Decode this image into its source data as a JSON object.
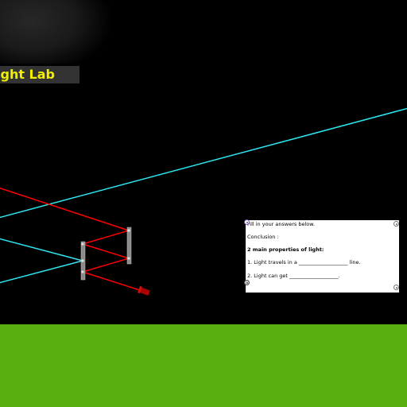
{
  "title": "ght Lab",
  "colors": {
    "background": "#000000",
    "title_text": "#f0f000",
    "title_banner": "#333333",
    "cyan_ray": "#2de6f0",
    "red_ray": "#ff0000",
    "mirror": "#8a8a8a",
    "torch": "#aa0000",
    "ground": "#57ae0e",
    "worksheet_bg": "#ffffff"
  },
  "objects": {
    "mirror_left": "flat-mirror",
    "mirror_right": "flat-mirror",
    "torch": "torch-icon"
  },
  "worksheet": {
    "instructions": "Fill in your answers below.",
    "conclusion": "Conclusion :",
    "heading": "2 main properties of light:",
    "q1": "1. Light travels in a ___________________ line.",
    "q2": "2. Light can get ___________________."
  }
}
